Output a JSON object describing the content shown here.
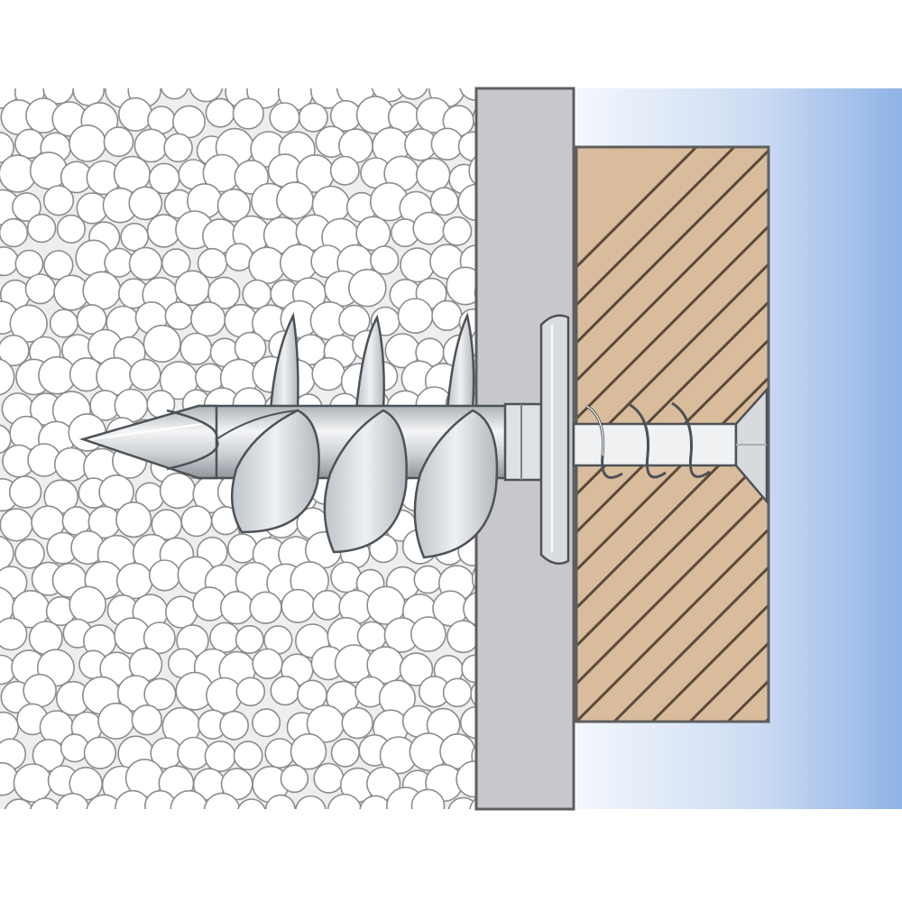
{
  "diagram": {
    "labels": [],
    "layers": [
      {
        "name": "polystyrene-insulation",
        "pattern": "beads",
        "fill": "#eeeeee",
        "bead_fill": "#ffffff",
        "bead_stroke": "#8c8c8c"
      },
      {
        "name": "plaster-board",
        "fill": "#c8c8cc"
      },
      {
        "name": "wooden-batten",
        "pattern": "diagonal-hatch",
        "fill": "#d9bc9c"
      },
      {
        "name": "background",
        "gradient": [
          "#f4f7fd",
          "#cddcf3",
          "#8fb3e6"
        ]
      }
    ],
    "fixings": [
      {
        "name": "insulation-anchor",
        "fill": "#cfd3d7",
        "shine": "#f6f7f8",
        "stroke": "#4d5257"
      },
      {
        "name": "wood-screw",
        "fill": "#d3d6da",
        "stroke": "#4d5257"
      }
    ],
    "colors": {
      "outline": "#5e5e5e",
      "batten_hatch": "#5a4a3a",
      "page": "#ffffff"
    }
  }
}
